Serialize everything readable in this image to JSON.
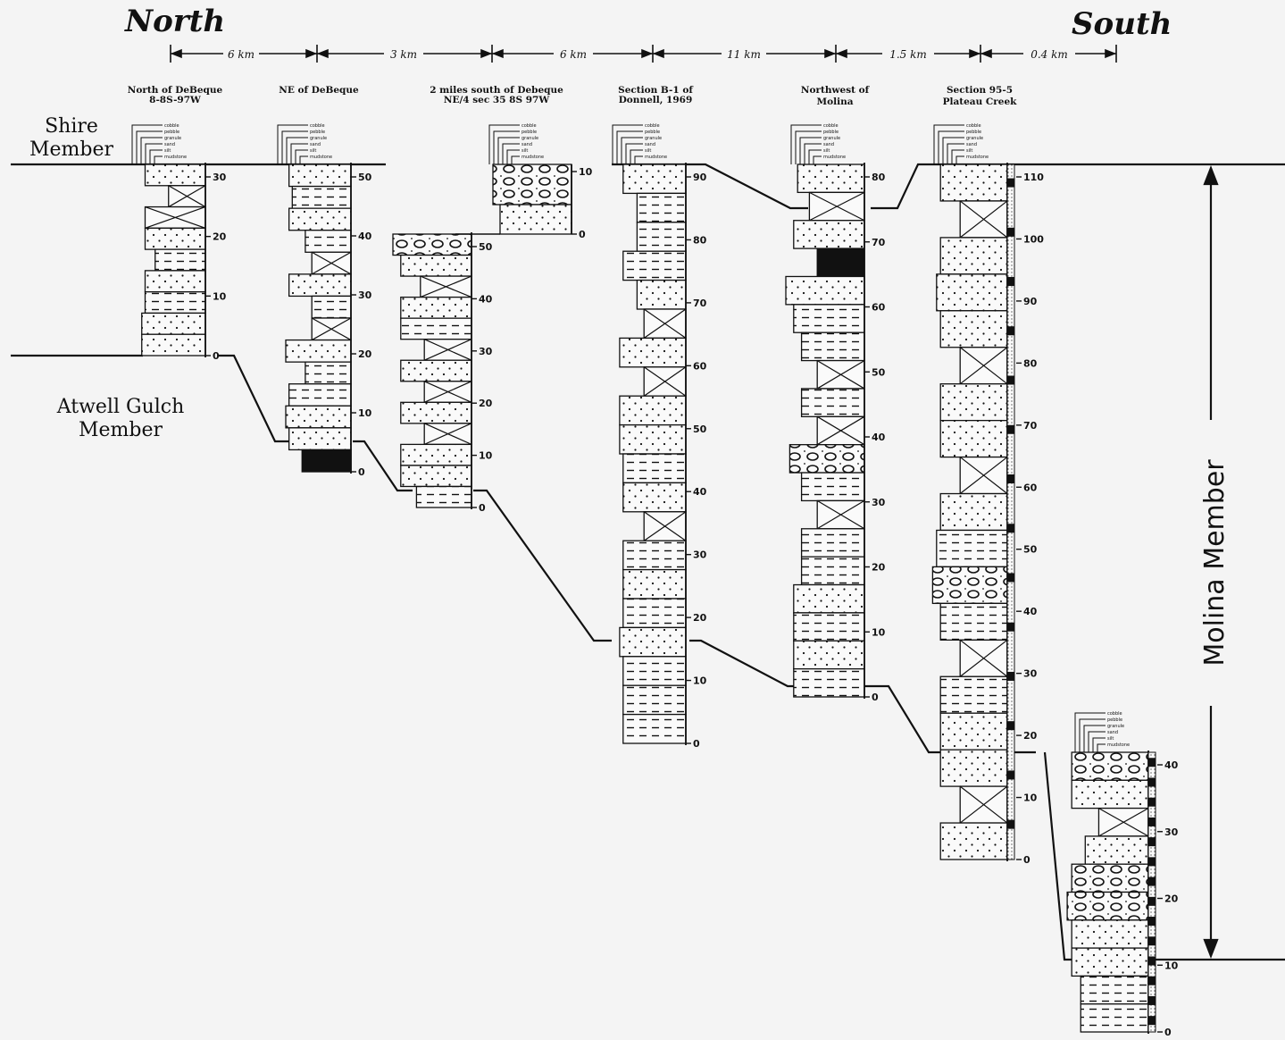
{
  "directions": {
    "north": "North",
    "south": "South"
  },
  "distances": [
    "6 km",
    "3 km",
    "6 km",
    "11 km",
    "1.5 km",
    "0.4 km"
  ],
  "members": {
    "shire": [
      "Shire",
      "Member"
    ],
    "atwell": [
      "Atwell Gulch",
      "Member"
    ],
    "molina": "Molina Member"
  },
  "grain_scale": [
    "cobble",
    "pebble",
    "granule",
    "sand",
    "silt",
    "mudstone"
  ],
  "sections": [
    {
      "title": [
        "North of DeBeque",
        "8-8S-97W"
      ],
      "ticks": [
        "30",
        "20",
        "10",
        "0"
      ]
    },
    {
      "title": [
        "NE of DeBeque"
      ],
      "ticks": [
        "50",
        "40",
        "30",
        "20",
        "10",
        "0"
      ]
    },
    {
      "title": [
        "2 miles south of Debeque",
        "NE/4 sec 35 8S 97W"
      ],
      "ticks": [
        "50",
        "40",
        "30",
        "20",
        "10",
        "0"
      ],
      "inset_ticks": [
        "10",
        "0"
      ]
    },
    {
      "title": [
        "Section B-1 of",
        "Donnell, 1969"
      ],
      "ticks": [
        "90",
        "80",
        "70",
        "60",
        "50",
        "40",
        "30",
        "20",
        "10",
        "0"
      ]
    },
    {
      "title": [
        "Northwest of",
        "Molina"
      ],
      "ticks": [
        "80",
        "70",
        "60",
        "50",
        "40",
        "30",
        "20",
        "10",
        "0"
      ]
    },
    {
      "title": [
        "Section 95-5",
        "Plateau Creek"
      ],
      "ticks": [
        "110",
        "100",
        "90",
        "80",
        "70",
        "60",
        "50",
        "40",
        "30",
        "20",
        "10",
        "0"
      ]
    },
    {
      "title": [],
      "ticks": [
        "40",
        "30",
        "20",
        "10",
        "0"
      ]
    }
  ],
  "colors": {
    "ink": "#111111",
    "paper": "#f4f4f4"
  }
}
